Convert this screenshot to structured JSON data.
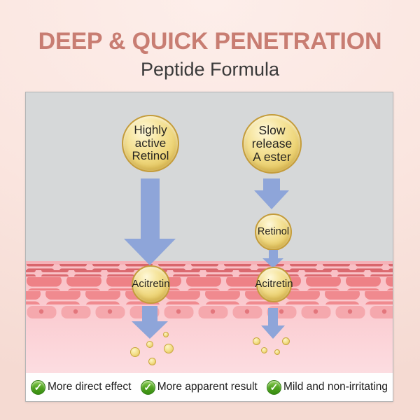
{
  "header": {
    "title": "DEEP & QUICK PENETRATION",
    "subtitle": "Peptide Formula"
  },
  "diagram": {
    "left": {
      "source_label": "Highly\nactive\nRetinol",
      "skin_label": "Acitretin"
    },
    "right": {
      "source_label": "Slow\nrelease\nA ester",
      "intermediate_label": "Retinol",
      "skin_label": "Acitretin"
    }
  },
  "benefits": [
    {
      "icon": "check-icon",
      "label": "More direct effect"
    },
    {
      "icon": "check-icon",
      "label": "More apparent result"
    },
    {
      "icon": "check-icon",
      "label": "Mild and non-irritating"
    }
  ],
  "colors": {
    "title": "#c87d72",
    "subtitle": "#3a3a3a",
    "arrow-blue": "#8ea5d9",
    "panel-gray": "#d6d8d9",
    "check-green": "#47a41f",
    "gold-rim": "#c49c3b",
    "skin-dash": "#d9666c",
    "skin-brick": "#ee8186",
    "skin-cell": "#f5a8ad",
    "skin-background": "#f9c3c7"
  }
}
